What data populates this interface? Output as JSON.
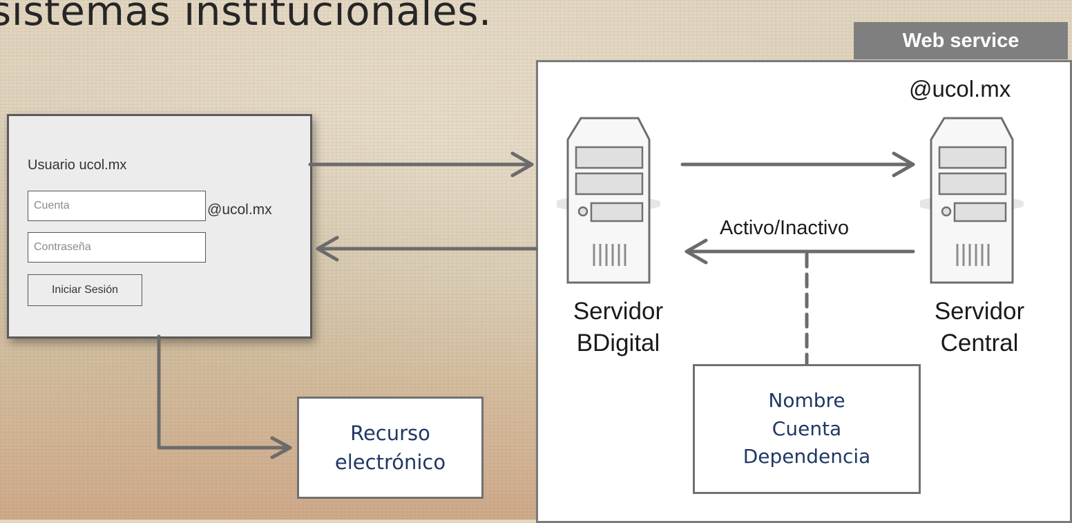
{
  "heading": "sistemas institucionales.",
  "login_form": {
    "title": "Usuario ucol.mx",
    "account_placeholder": "Cuenta",
    "password_placeholder": "Contraseña",
    "domain_suffix": "@ucol.mx",
    "submit_label": "Iniciar Sesión"
  },
  "resource": {
    "lines": [
      "Recurso",
      "electrónico"
    ]
  },
  "web_service": {
    "tag": "Web service",
    "domain": "@ucol.mx",
    "server_bdigital": {
      "lines": [
        "Servidor",
        "BDigital"
      ]
    },
    "server_central": {
      "lines": [
        "Servidor",
        "Central"
      ]
    },
    "status_label": "Activo/Inactivo",
    "returned_fields": [
      "Nombre",
      "Cuenta",
      "Dependencia"
    ]
  },
  "colors": {
    "arrow": "#6b6b6b",
    "panel_border": "#7a7a7a",
    "box_text": "#1f3864",
    "tag_bg": "#7f7f7f"
  },
  "icons": [
    "server-icon",
    "arrow-right-icon",
    "arrow-left-icon"
  ]
}
